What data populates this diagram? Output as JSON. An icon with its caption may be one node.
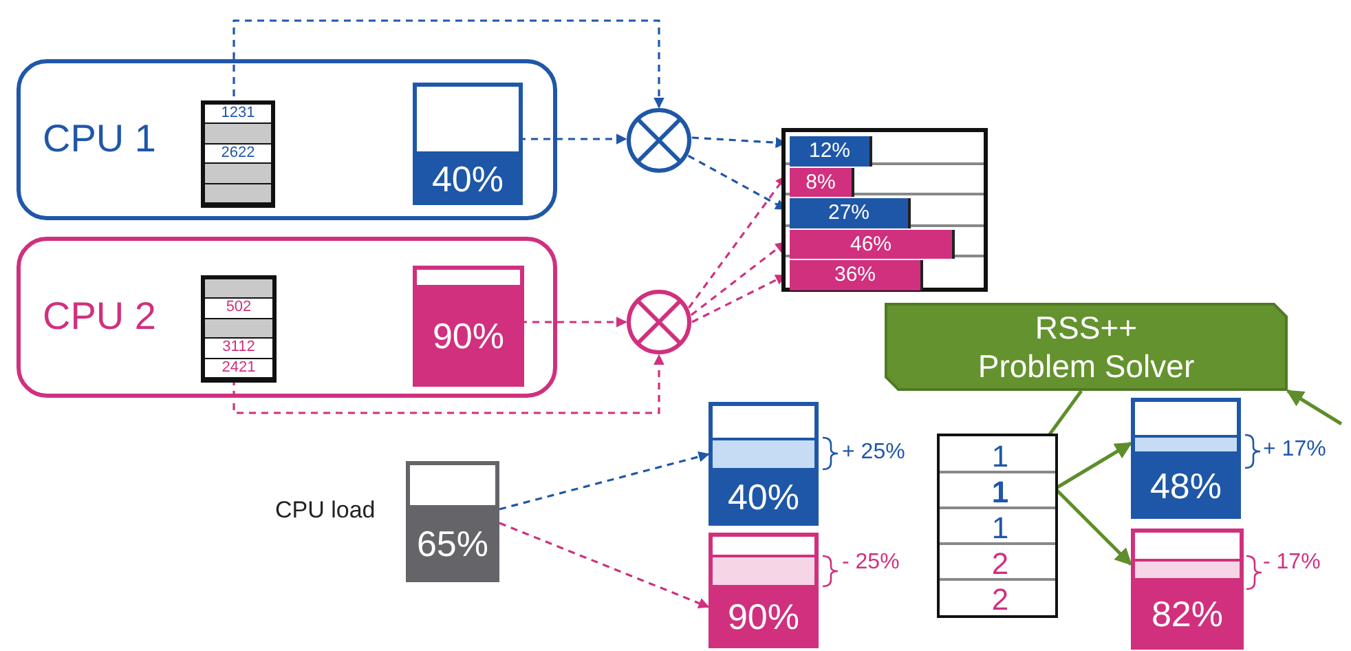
{
  "diagram": {
    "nodes": [
      {
        "text": [
          "CPU 1"
        ]
      },
      {
        "text": [
          "1231",
          "2622"
        ],
        "in": 0
      },
      {
        "text": [
          "40%"
        ],
        "in": 0
      },
      {
        "text": [
          "CPU 2"
        ]
      },
      {
        "text": [
          "502",
          "3112",
          "2421"
        ],
        "in": 3
      },
      {
        "text": [
          "90%"
        ],
        "in": 3
      },
      {
        "text": [],
        "shape": "circle"
      },
      {
        "text": [],
        "shape": "circle"
      },
      {
        "text": [],
        "shape": "box"
      },
      {
        "text": [
          "12%"
        ],
        "in": 8
      },
      {
        "text": [
          "8%"
        ],
        "in": 8
      },
      {
        "text": [
          "27%"
        ],
        "in": 8
      },
      {
        "text": [
          "46%"
        ],
        "in": 8
      },
      {
        "text": [
          "36%"
        ],
        "in": 8
      },
      {
        "text": [
          "65%"
        ],
        "beside": [
          "CPU load"
        ]
      },
      {
        "text": [
          "40%"
        ],
        "beside": [
          "+ 25%"
        ]
      },
      {
        "text": [
          "90%"
        ],
        "beside": [
          "- 25%"
        ]
      },
      {
        "text": [
          "RSS++ Problem Solver"
        ]
      },
      {
        "text": [],
        "shape": "box"
      },
      {
        "text": [
          "1"
        ],
        "in": 18
      },
      {
        "text": [
          "1"
        ],
        "in": 18
      },
      {
        "text": [
          "1"
        ],
        "in": 18
      },
      {
        "text": [
          "2"
        ],
        "in": 18
      },
      {
        "text": [
          "2"
        ],
        "in": 18
      },
      {
        "text": [
          "48%"
        ],
        "beside": [
          "+ 17%"
        ]
      },
      {
        "text": [
          "82%"
        ],
        "beside": [
          "- 17%"
        ]
      }
    ],
    "edges": [
      {
        "from": 1,
        "to": 6,
        "arrow": "to",
        "style": "dashed",
        "color": "#1f57a8"
      },
      {
        "from": 2,
        "to": 6,
        "arrow": "to",
        "style": "dashed",
        "color": "#1f57a8"
      },
      {
        "from": 5,
        "to": 7,
        "arrow": "to",
        "style": "dashed"
      },
      {
        "from": 4,
        "to": 7,
        "arrow": "to",
        "style": "dashed"
      },
      {
        "from": 6,
        "to": 9,
        "arrow": "to",
        "style": "dashed",
        "color": "#1f57a8"
      },
      {
        "from": 6,
        "to": 11,
        "arrow": "to",
        "style": "dashed",
        "color": "#1f57a8"
      },
      {
        "from": 7,
        "to": 10,
        "arrow": "to",
        "style": "dashed"
      },
      {
        "from": 7,
        "to": 12,
        "arrow": "to",
        "style": "dashed"
      },
      {
        "from": 7,
        "to": 13,
        "arrow": "to",
        "style": "dashed"
      },
      {
        "from": 14,
        "to": 15,
        "arrow": "to",
        "style": "dashed",
        "color": "#1f57a8"
      },
      {
        "from": 14,
        "to": 16,
        "arrow": "to",
        "style": "dashed"
      },
      {
        "from": 17,
        "to": 20,
        "arrow": "to",
        "color": "#5e8e2c"
      },
      {
        "from": 20,
        "to": 24,
        "arrow": "to",
        "color": "#5e8e2c"
      },
      {
        "from": 20,
        "to": 25,
        "arrow": "to",
        "color": "#5e8e2c"
      },
      {
        "from": null,
        "to": 17,
        "arrow": "to",
        "color": "#5e8e2c"
      }
    ]
  }
}
